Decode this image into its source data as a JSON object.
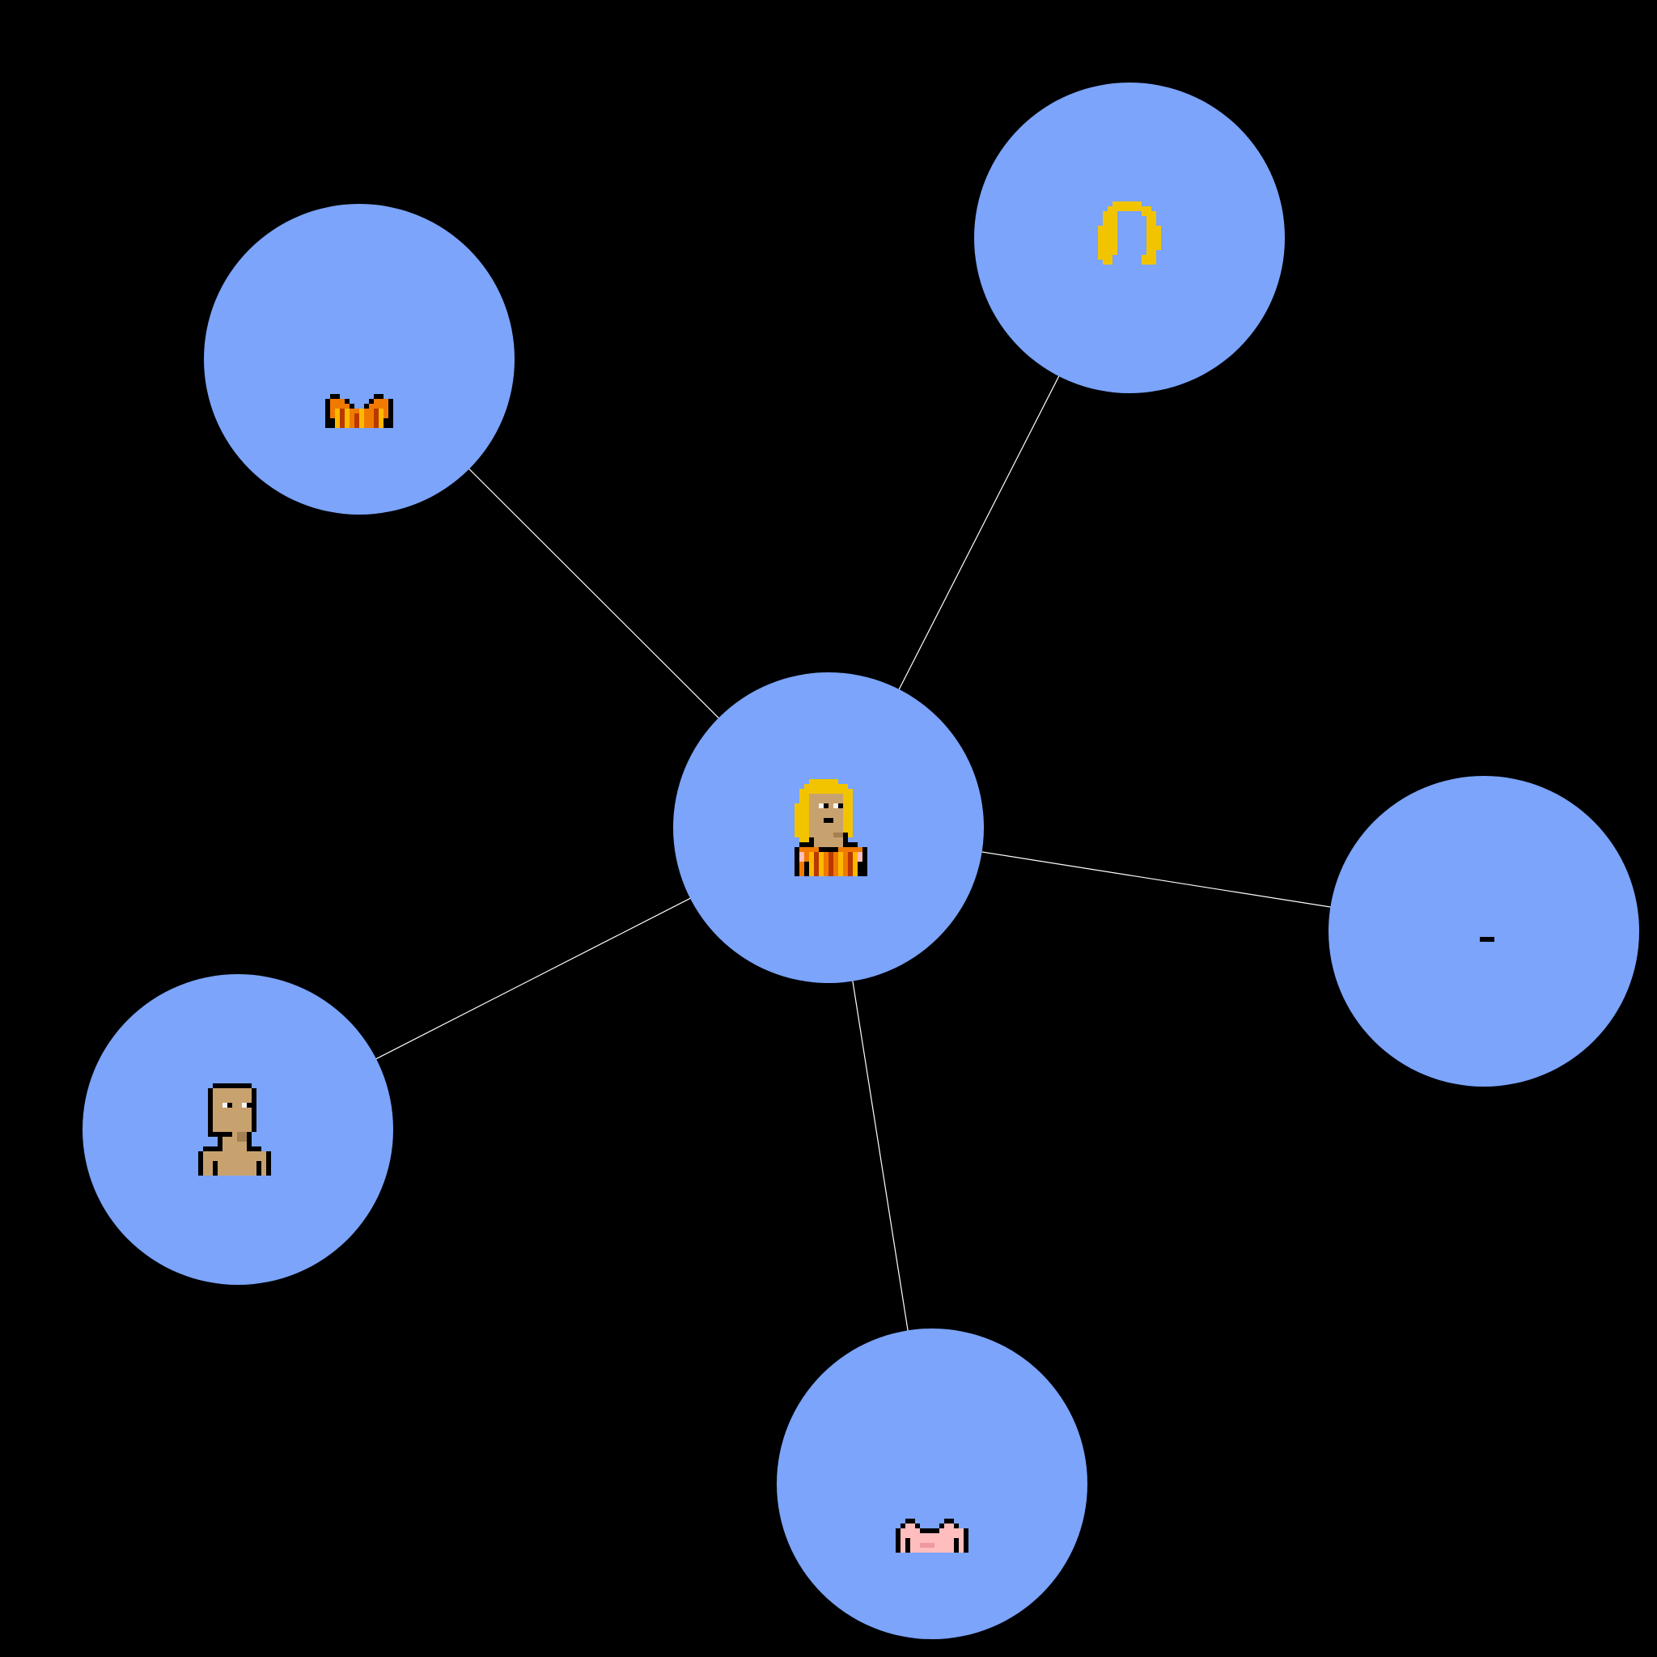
{
  "colors": {
    "background": "#000000",
    "node_fill": "#7BA4FA",
    "edge": "#FFFFFF",
    "outline": "#000000",
    "skin": "#C8A26E",
    "skin_shadow": "#A37F52",
    "hair": "#F2C400",
    "jacket_orange": "#F07A00",
    "jacket_yellow": "#FFB800",
    "jacket_dark": "#B83800",
    "top_pink": "#FFBDBD",
    "top_pink_dark": "#F098A0",
    "eye_white": "#F4F4F4"
  },
  "nodes": [
    {
      "id": "center",
      "icon": "full-avatar-icon"
    },
    {
      "id": "jacket",
      "icon": "striped-jacket-icon"
    },
    {
      "id": "hair",
      "icon": "blonde-hair-icon"
    },
    {
      "id": "mouth",
      "icon": "mouth-icon"
    },
    {
      "id": "body",
      "icon": "bare-body-icon"
    },
    {
      "id": "top",
      "icon": "pink-top-icon"
    }
  ],
  "edges": [
    {
      "from": "center",
      "to": "jacket"
    },
    {
      "from": "center",
      "to": "hair"
    },
    {
      "from": "center",
      "to": "mouth"
    },
    {
      "from": "center",
      "to": "body"
    },
    {
      "from": "center",
      "to": "top"
    }
  ]
}
